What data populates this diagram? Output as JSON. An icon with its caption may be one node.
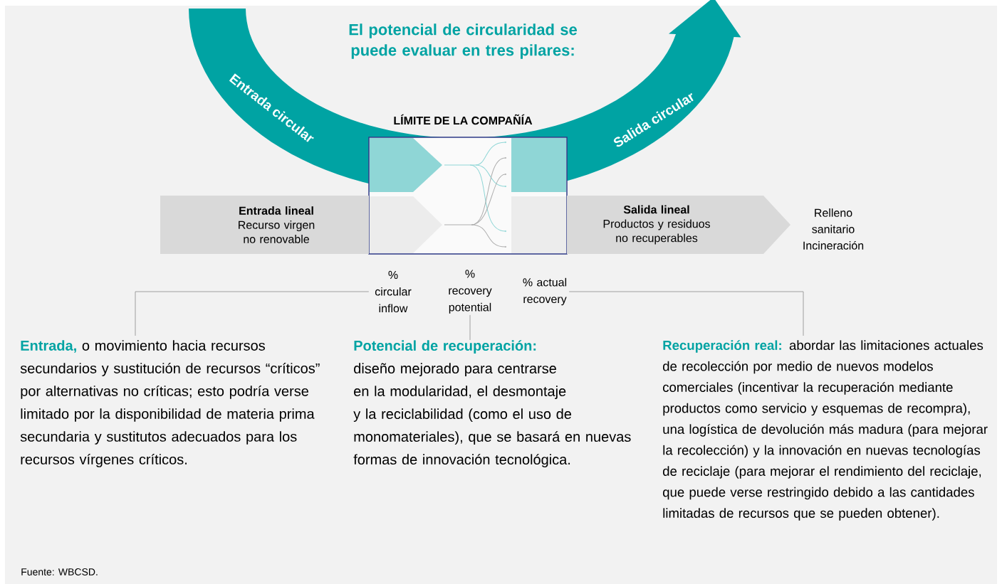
{
  "diagram": {
    "title": "El potencial de circularidad se puede evaluar en tres pilares:",
    "nodes": [
      {
        "text": [
          "Entrada circular",
          "Salida circular"
        ]
      },
      {
        "text": [
          "LÍMITE DE LA COMPAÑÍA"
        ]
      },
      {
        "text": [
          "Entrada lineal",
          "Recurso virgen no renovable"
        ]
      },
      {
        "text": [
          "Salida lineal",
          "Productos y residuos no recuperables"
        ]
      },
      {
        "text": [
          "% circular inflow"
        ]
      },
      {
        "text": [
          "% recovery potential"
        ]
      },
      {
        "text": [
          "% actual recovery"
        ]
      },
      {
        "text": [
          "Entrada,",
          "o movimiento hacia recursos secundarios y sustitución de recursos “críticos” por alternativas no críticas; esto podría verse limitado por la disponibilidad de materia prima secundaria y sustitutos adecuados para los recursos vírgenes críticos."
        ]
      },
      {
        "text": [
          "Potencial de recuperación:",
          "diseño mejorado para centrarse en la modularidad, el desmontaje y la reciclabilidad (como el uso de monomateriales), que se basará en nuevas formas de innovación tecnológica."
        ]
      },
      {
        "text": [
          "Recuperación real:",
          "abordar las limitaciones actuales de recolección por medio de nuevos modelos comerciales (incentivar la recuperación mediante productos como servicio y esquemas de recompra), una logística de devolución más madura (para mejorar la recolección) y la innovación en nuevas tecnologías de reciclaje (para mejorar el rendimiento del reciclaje, que puede verse restringido debido a las cantidades limitadas de recursos que se pueden obtener)."
        ]
      }
    ],
    "edges": [
      {
        "from": 4,
        "to": 7,
        "arrow": "none"
      },
      {
        "from": 5,
        "to": 8,
        "arrow": "none"
      },
      {
        "from": 6,
        "to": 9,
        "arrow": "none"
      }
    ],
    "labels": [
      "Relleno sanitario Incineración",
      "Fuente: WBCSD."
    ]
  }
}
